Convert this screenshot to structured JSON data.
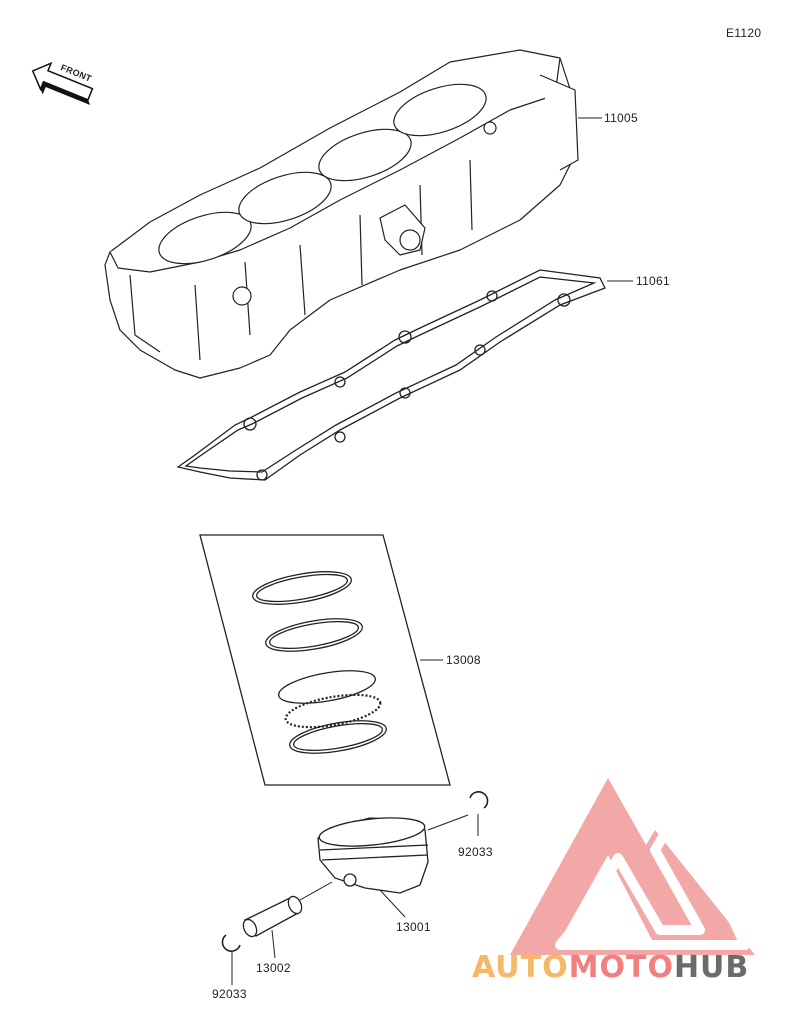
{
  "diagram_code": "E1120",
  "front_label": "FRONT",
  "parts": [
    {
      "part_no": "11005"
    },
    {
      "part_no": "11061"
    },
    {
      "part_no": "13008"
    },
    {
      "part_no": "92033"
    },
    {
      "part_no": "13001"
    },
    {
      "part_no": "13002"
    },
    {
      "part_no": "92033"
    }
  ],
  "watermark": {
    "part1": "AUTO",
    "part2": "MOTO",
    "part3": "HUB",
    "color_primary": "#f07f7f",
    "color_secondary": "#f6b766",
    "color_dark": "#6b6b6b"
  }
}
